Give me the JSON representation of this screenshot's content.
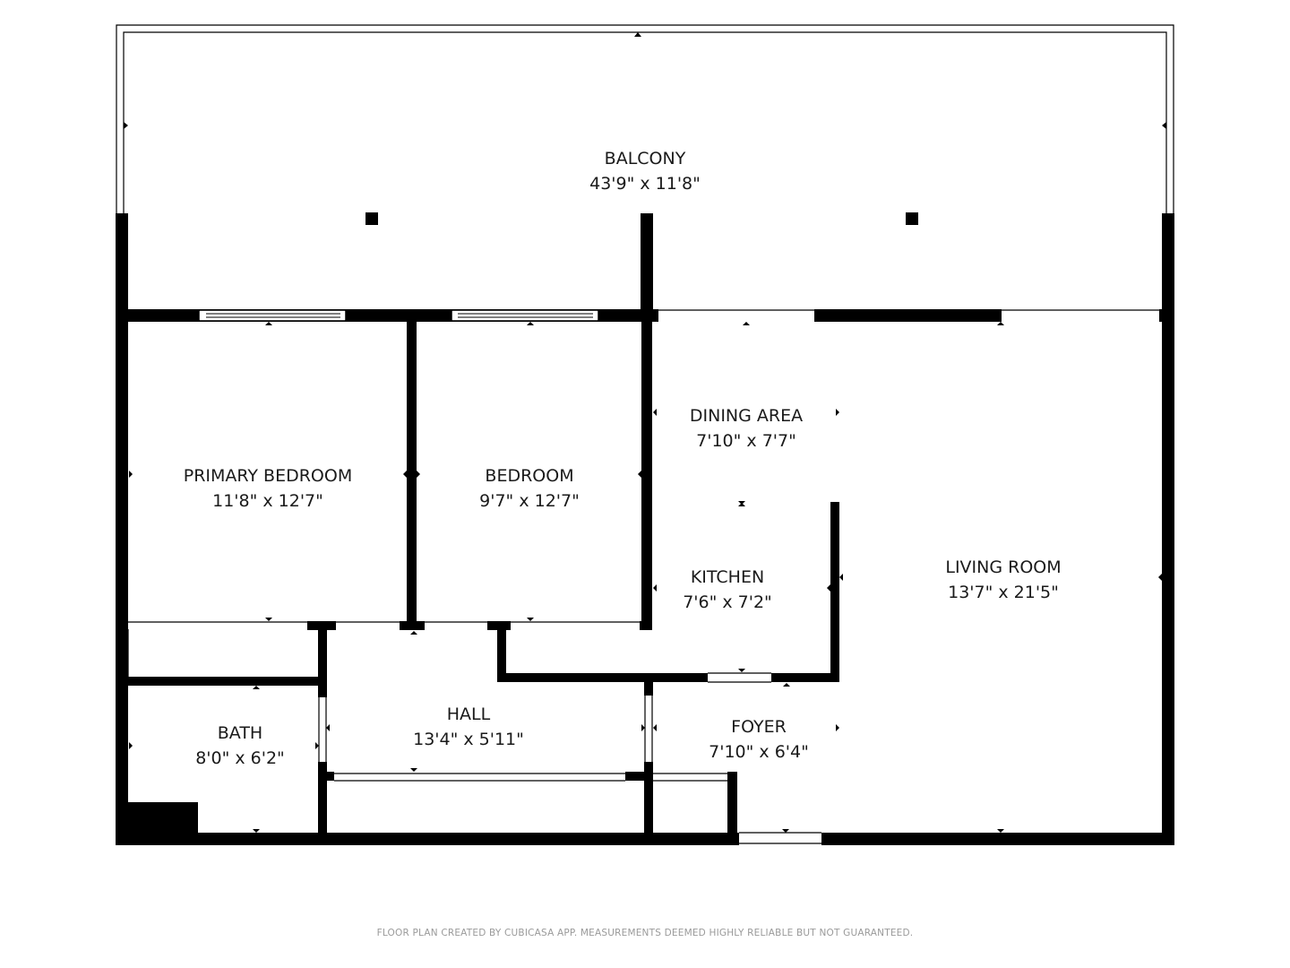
{
  "rooms": {
    "balcony": {
      "name": "BALCONY",
      "dims": "43'9\" x 11'8\""
    },
    "primary_bedroom": {
      "name": "PRIMARY BEDROOM",
      "dims": "11'8\" x 12'7\""
    },
    "bedroom": {
      "name": "BEDROOM",
      "dims": "9'7\" x 12'7\""
    },
    "dining_area": {
      "name": "DINING AREA",
      "dims": "7'10\" x 7'7\""
    },
    "kitchen": {
      "name": "KITCHEN",
      "dims": "7'6\" x 7'2\""
    },
    "living_room": {
      "name": "LIVING ROOM",
      "dims": "13'7\" x 21'5\""
    },
    "hall": {
      "name": "HALL",
      "dims": "13'4\" x 5'11\""
    },
    "bath": {
      "name": "BATH",
      "dims": "8'0\" x 6'2\""
    },
    "foyer": {
      "name": "FOYER",
      "dims": "7'10\" x 6'4\""
    }
  },
  "footer": {
    "disclaimer": "FLOOR PLAN CREATED BY CUBICASA APP. MEASUREMENTS DEEMED HIGHLY RELIABLE BUT NOT GUARANTEED."
  }
}
